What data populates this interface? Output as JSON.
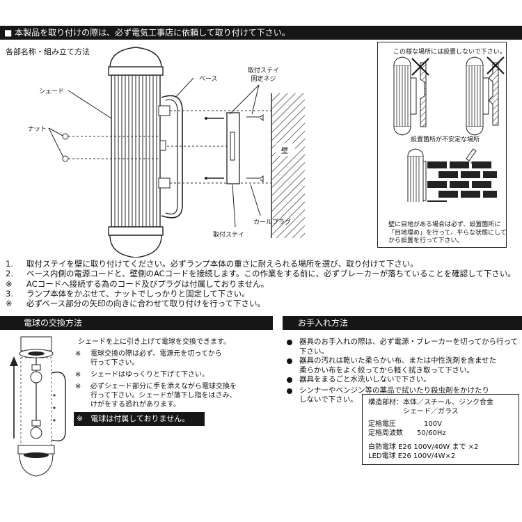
{
  "header": {
    "title": "■ 本製品を取り付けの際は、必ず電気工事店に依頼して取り付けて下さい。"
  },
  "assembly": {
    "title": "各部名称・組み立て方法",
    "labels": {
      "shade": "シェード",
      "nut": "ナット",
      "base": "ベース",
      "stay_screw": "取付ステイ\n固定ネジ",
      "wall": "壁",
      "plug": "カールプラグ",
      "stay": "取付ステイ"
    }
  },
  "warning_box": {
    "no_install": "この様な場所には設置しないで下さい。",
    "unstable": "設置箇所が不安定な場所",
    "brick": "壁に目地がある場合は必ず、設置箇所に\n「目地埋め」を行って、平らな状態にして\nから設置を行って下さい。"
  },
  "instructions": [
    {
      "mark": "1.",
      "text": "取付ステイを壁に取り付けてください。必ずランプ本体の重さに耐えられる場所を選び、取り付けて下さい。"
    },
    {
      "mark": "2.",
      "text": "ベース内側の電源コードと、壁側のACコードを接続します。この作業をする前に、必ずブレーカーが落ちていることを確認して下さい。"
    },
    {
      "mark": "※",
      "text": "ACコードへ接続する為のコード及びプラグは付属しておりません。"
    },
    {
      "mark": "3.",
      "text": "ランプ本体をかぶせて、ナットでしっかりと固定して下さい。"
    },
    {
      "mark": "※",
      "text": "必ずベース部分の矢印の向きに合わせて取り付けを行って下さい。"
    }
  ],
  "bulb": {
    "title": "電球の交換方法",
    "intro": "シェードを上に引き上げて電球を交換できます。",
    "tips": [
      {
        "mark": "※",
        "text": "電球交換の際は必ず、電源元を切ってから\n行って下さい。"
      },
      {
        "mark": "※",
        "text": "シェードはゆっくりと下げて下さい。"
      },
      {
        "mark": "※",
        "text": "必ずシェード部分に手を添えながら電球交換を\n行って下さい。シェードが落下し指をはさみ、\nけがをする恐れがあります。"
      }
    ],
    "not_included": "※　電球は付属しておりません。"
  },
  "care": {
    "title": "お手入れ方法",
    "items": [
      "器具のお手入れの際は、必ず電源・ブレーカーを切ってから行って下さい。",
      "器具の汚れは乾いた柔らかい布、または中性洗剤を含ませた\n柔らかい布をよく絞ってから軽く拭き取って下さい。",
      "器具をまるごと水洗いしないで下さい。",
      "シンナーやベンジン等の薬品で拭いたり殺虫剤をかけたり\nしないで下さい。"
    ]
  },
  "spec": {
    "lines": [
      "構造部材：本体／スチール、ジンク合金",
      "　　　　　シェード／ガラス",
      "定格電圧　　　　100V",
      "定格周波数　　50/60Hz",
      "白熱電球 E26 100V/40W まで ×2",
      "LED電球 E26 100V/4W×2"
    ]
  }
}
